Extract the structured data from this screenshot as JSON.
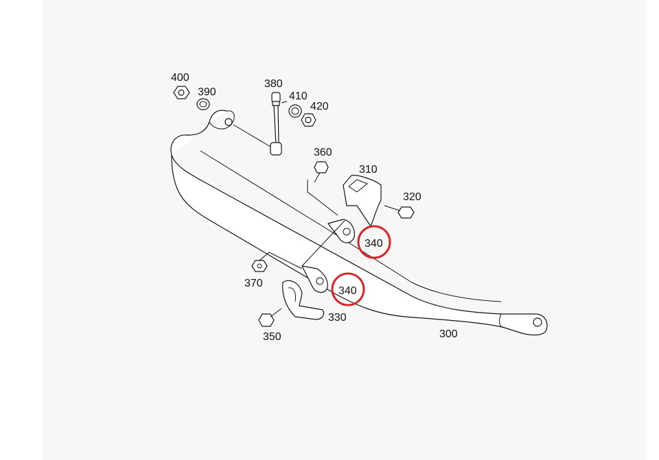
{
  "diagram": {
    "background_color": "#f7f7f7",
    "highlight_color": "#d9262c",
    "labels": {
      "p300": "300",
      "p310": "310",
      "p320": "320",
      "p330": "330",
      "p340a": "340",
      "p340b": "340",
      "p350": "350",
      "p360": "360",
      "p370": "370",
      "p380": "380",
      "p390": "390",
      "p400": "400",
      "p410": "410",
      "p420": "420"
    }
  }
}
